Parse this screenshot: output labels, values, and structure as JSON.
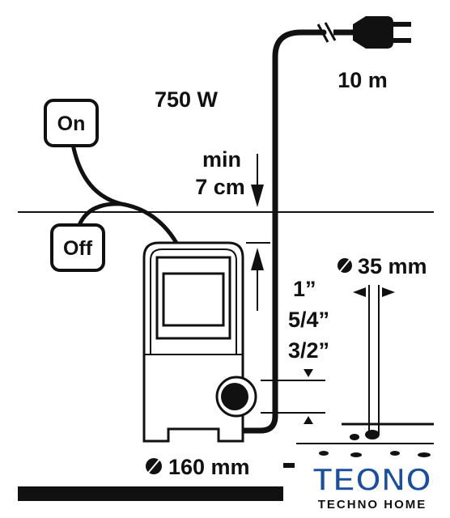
{
  "labels": {
    "power": "750 W",
    "cable_length": "10 m",
    "min_label": "min",
    "min_value": "7 cm",
    "switch_on": "On",
    "switch_off": "Off",
    "particle_size": "35 mm",
    "pump_diameter": "160 mm",
    "outlet_sizes": [
      "1”",
      "5/4”",
      "3/2”"
    ]
  },
  "logo": {
    "name": "TEONO",
    "tagline": "TECHNO HOME",
    "color": "#1b4f9c"
  }
}
